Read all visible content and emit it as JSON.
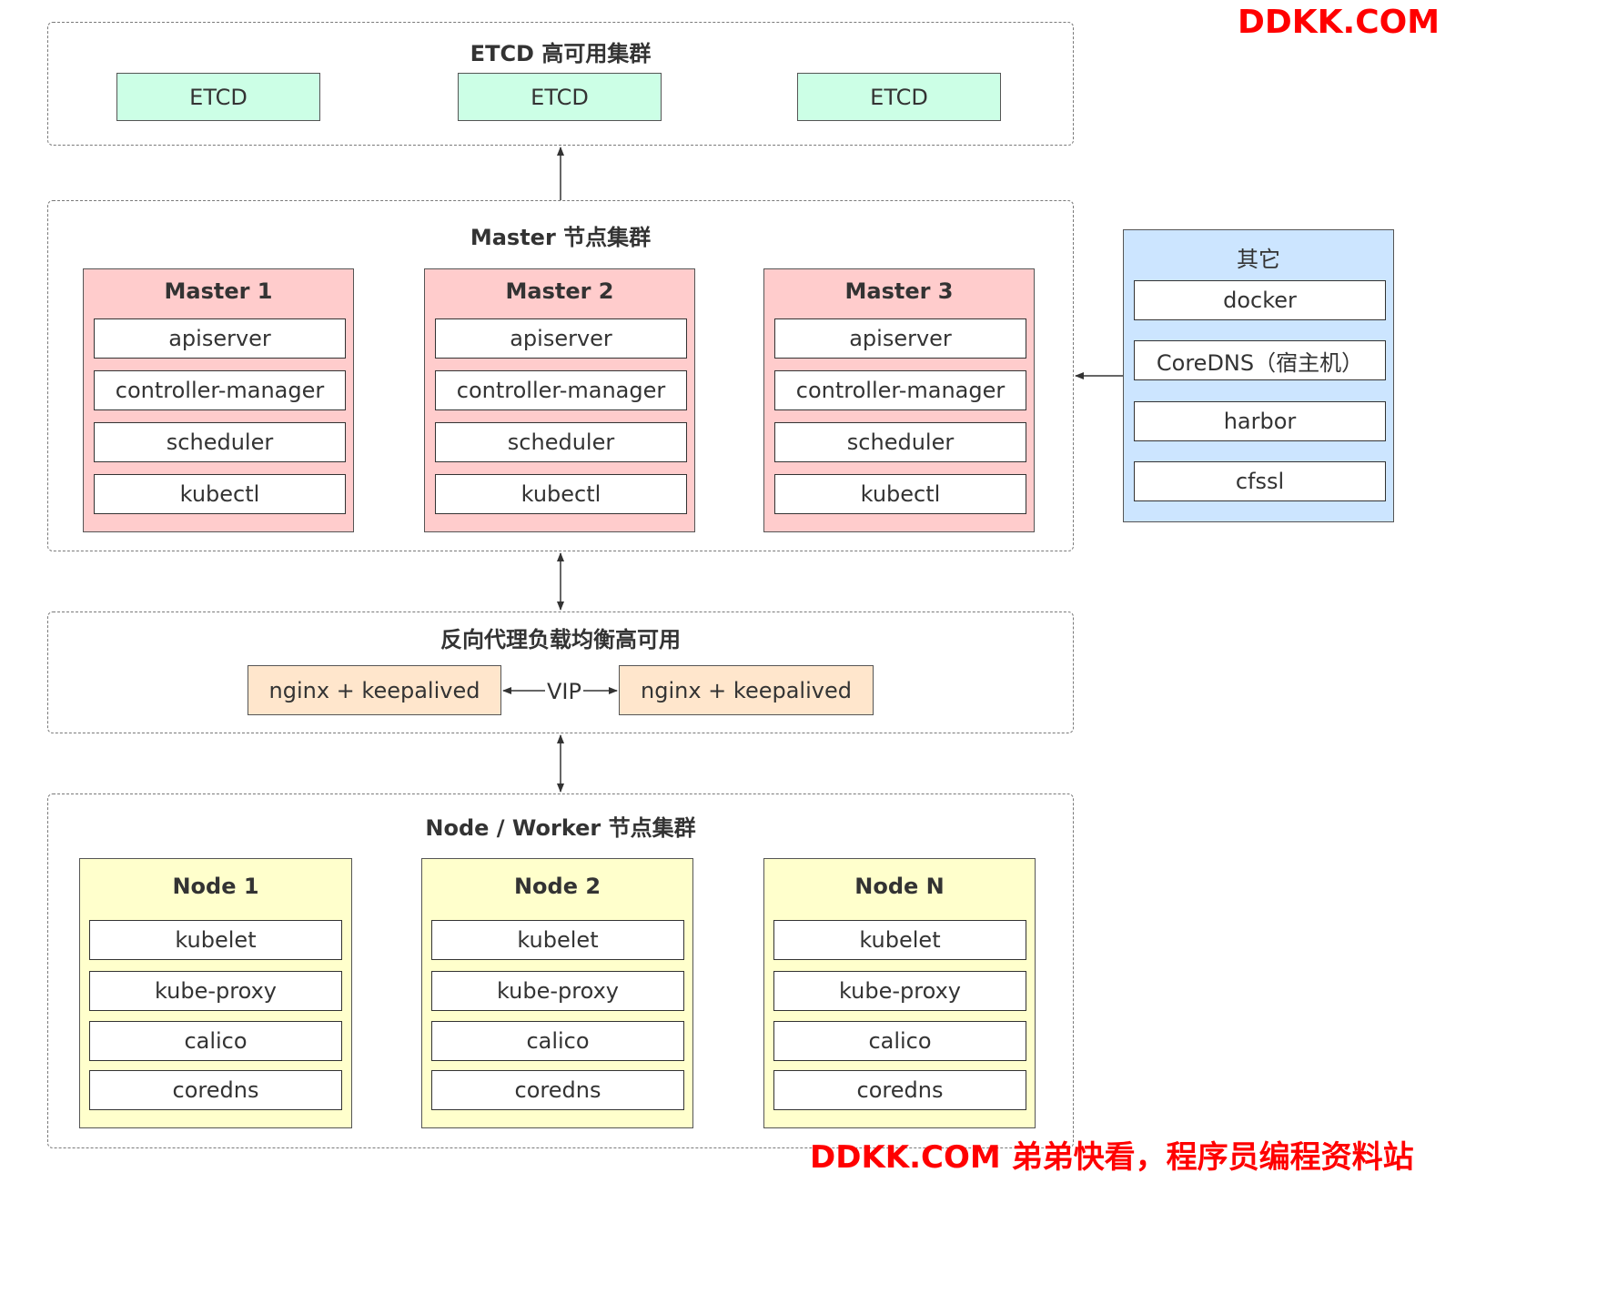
{
  "watermark_top": "DDKK.COM",
  "watermark_bottom": "DDKK.COM 弟弟快看，程序员编程资料站",
  "etcd_cluster": {
    "title": "ETCD 高可用集群",
    "nodes": [
      "ETCD",
      "ETCD",
      "ETCD"
    ]
  },
  "master_cluster": {
    "title": "Master 节点集群",
    "masters": [
      {
        "title": "Master 1",
        "components": [
          "apiserver",
          "controller-manager",
          "scheduler",
          "kubectl"
        ]
      },
      {
        "title": "Master 2",
        "components": [
          "apiserver",
          "controller-manager",
          "scheduler",
          "kubectl"
        ]
      },
      {
        "title": "Master 3",
        "components": [
          "apiserver",
          "controller-manager",
          "scheduler",
          "kubectl"
        ]
      }
    ]
  },
  "others": {
    "title": "其它",
    "items": [
      "docker",
      "CoreDNS（宿主机）",
      "harbor",
      "cfssl"
    ]
  },
  "lb_cluster": {
    "title": "反向代理负载均衡高可用",
    "left": "nginx + keepalived",
    "vip": "VIP",
    "right": "nginx + keepalived"
  },
  "node_cluster": {
    "title": "Node / Worker 节点集群",
    "nodes": [
      {
        "title": "Node 1",
        "components": [
          "kubelet",
          "kube-proxy",
          "calico",
          "coredns"
        ]
      },
      {
        "title": "Node 2",
        "components": [
          "kubelet",
          "kube-proxy",
          "calico",
          "coredns"
        ]
      },
      {
        "title": "Node N",
        "components": [
          "kubelet",
          "kube-proxy",
          "calico",
          "coredns"
        ]
      }
    ]
  },
  "colors": {
    "etcd": "#ccffe6",
    "master": "#ffcccc",
    "node": "#ffffcc",
    "other": "#cce5ff",
    "lb": "#ffe6cc",
    "watermark": "#ff0000"
  }
}
